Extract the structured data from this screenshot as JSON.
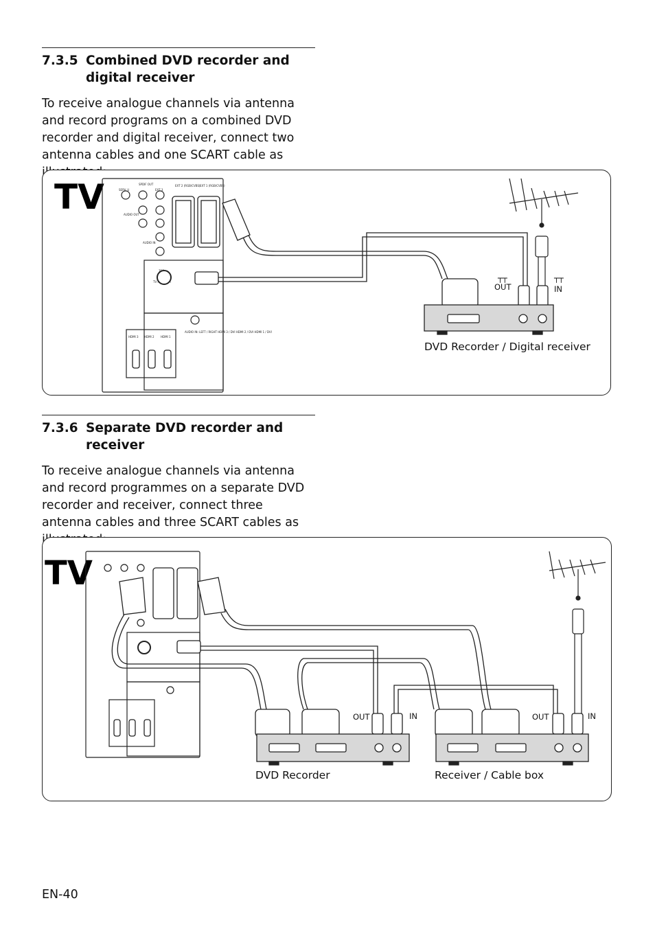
{
  "section1": {
    "number": "7.3.5",
    "title": "Combined DVD recorder and digital receiver",
    "body": "To receive analogue channels via antenna and record programs on a combined DVD recorder and digital receiver, connect two antenna cables and one SCART cable as illustrated:"
  },
  "figure1": {
    "tv_label": "TV",
    "port_labels": [
      "SERV. U",
      "SPDIF OUT",
      "EXT 3",
      "EXT 2 (RGB/CVBS)",
      "EXT 1 (RGB/CVBS)",
      "AUDIO OUT",
      "AUDIO IN",
      "75Ω",
      "TV ANTENNA",
      "HDMI 3",
      "HDMI 2",
      "HDMI 1",
      "AUDIO IN: LEFT / RIGHT HDMI 3 / DVI HDMI 2 / DVI HDMI 1 / DVI"
    ],
    "out_label": "OUT",
    "in_label": "IN",
    "device_caption": "DVD Recorder / Digital receiver"
  },
  "section2": {
    "number": "7.3.6",
    "title": "Separate DVD recorder and receiver",
    "body": "To receive analogue channels via antenna and record programmes on a separate DVD recorder and receiver, connect three antenna cables and three SCART cables as illustrated:"
  },
  "figure2": {
    "tv_label": "TV",
    "out_label": "OUT",
    "in_label": "IN",
    "device1_caption": "DVD Recorder",
    "device2_caption": "Receiver / Cable box"
  },
  "footer": {
    "page": "EN-40"
  }
}
